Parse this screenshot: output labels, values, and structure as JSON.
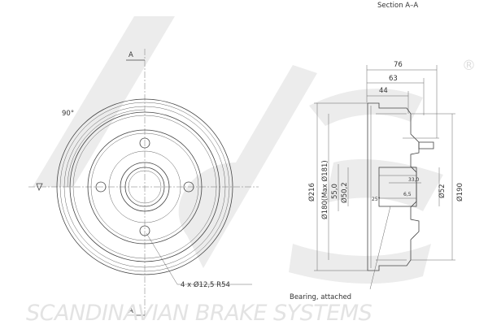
{
  "title": "Section A–A",
  "section_marks": [
    "A",
    "A"
  ],
  "angle_label": "90°",
  "hole_callout": "4 x Ø12,5 R54",
  "bearing_note": "Bearing, attached",
  "dimensions": {
    "width_76": "76",
    "width_63": "63",
    "width_44": "44",
    "dia_216": "Ø216",
    "dia_180": "Ø180(Max Ø181)",
    "dim_55": "55,0",
    "dia_50": "Ø50,2",
    "dim_33": "33,0",
    "dim_6_5": "6,5",
    "angle_25": "25°",
    "dia_52": "Ø52",
    "dia_190": "Ø190"
  },
  "brand_text": "SCANDINAVIAN BRAKE SYSTEMS",
  "logo_text": "sbs",
  "registered_mark": "®",
  "colors": {
    "watermark": "#ececec",
    "brand_text": "#e3e3e3",
    "line": "#444444"
  }
}
